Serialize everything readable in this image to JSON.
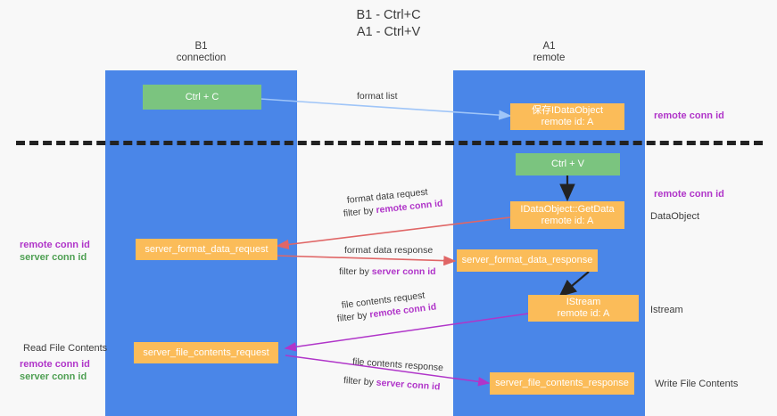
{
  "title": {
    "line1": "B1 - Ctrl+C",
    "line2": "A1 - Ctrl+V"
  },
  "columns": [
    {
      "name": "B1",
      "role": "connection"
    },
    {
      "name": "A1",
      "role": "remote"
    }
  ],
  "colors": {
    "column_blue": "#4a86e8",
    "node_orange": "#fbbc59",
    "node_green": "#7bc47f",
    "label_magenta": "#b035c9",
    "label_green": "#4e9f52",
    "arrow_lightblue": "#9fc5f8",
    "arrow_red": "#e06666",
    "arrow_purple": "#b035c9",
    "arrow_black": "#222222",
    "divider_black": "#222222"
  },
  "nodes": {
    "ctrl_c": {
      "line1": "Ctrl + C",
      "line2": ""
    },
    "ctrl_v": {
      "line1": "Ctrl + V",
      "line2": ""
    },
    "save_dataobject": {
      "line1": "保存IDataObject",
      "line2": "remote id: A"
    },
    "getdata": {
      "line1": "IDataObject::GetData",
      "line2": "remote id: A"
    },
    "istream": {
      "line1": "IStream",
      "line2": "remote id: A"
    },
    "server_format_data_request": {
      "line1": "server_format_data_request",
      "line2": ""
    },
    "server_format_data_response": {
      "line1": "server_format_data_response",
      "line2": ""
    },
    "server_file_contents_request": {
      "line1": "server_file_contents_request",
      "line2": ""
    },
    "server_file_contents_response": {
      "line1": "server_file_contents_response",
      "line2": ""
    }
  },
  "side_labels": {
    "right_remote_conn_id_top": "remote conn id",
    "right_remote_conn_id_mid": "remote conn id",
    "right_dataobject": "DataObject",
    "right_istream": "Istream",
    "right_write_file_contents": "Write File Contents",
    "left_remote_conn_id_1": "remote conn id",
    "left_server_conn_id_1": "server conn id",
    "left_read_file_contents": "Read File Contents",
    "left_remote_conn_id_2": "remote conn id",
    "left_server_conn_id_2": "server conn id"
  },
  "edges": {
    "format_list": {
      "label": "format list"
    },
    "format_data_request": {
      "label": "format data request",
      "filter_prefix": "filter by ",
      "filter_key": "remote conn id"
    },
    "format_data_response": {
      "label": "format data response",
      "filter_prefix": "filter by ",
      "filter_key": "server conn id"
    },
    "file_contents_request": {
      "label": "file contents request",
      "filter_prefix": "filter by ",
      "filter_key": "remote conn id"
    },
    "file_contents_response": {
      "label": "file contents response",
      "filter_prefix": "filter by ",
      "filter_key": "server conn id"
    }
  }
}
